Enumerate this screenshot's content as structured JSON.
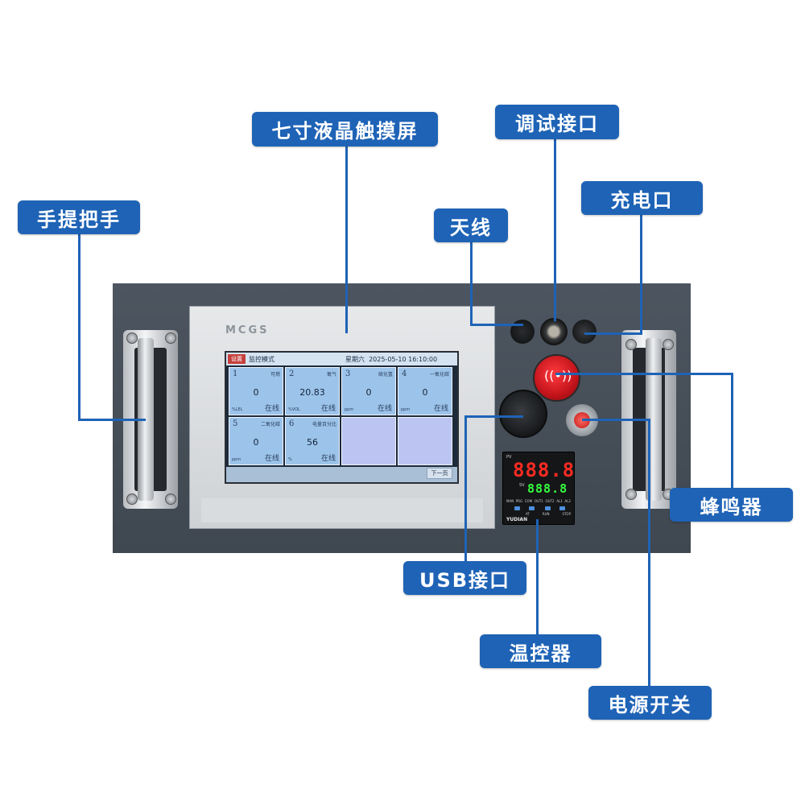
{
  "callouts": {
    "handle": "手提把手",
    "screen": "七寸液晶触摸屏",
    "debug_port": "调试接口",
    "charge_port": "充电口",
    "antenna": "天线",
    "buzzer": "蜂鸣器",
    "usb_port": "USB接口",
    "temp_controller": "温控器",
    "power_switch": "电源开关"
  },
  "hmi": {
    "brand": "MCGS",
    "screen": {
      "set_button": "设置",
      "mode": "监控模式",
      "weekday": "星期六",
      "datetime": "2025-05-10 16:10:00",
      "next_page": "下一页",
      "cells": [
        {
          "index": "1",
          "name": "可燃",
          "value": "0",
          "unit": "%LEL",
          "status": "在线"
        },
        {
          "index": "2",
          "name": "氧气",
          "value": "20.83",
          "unit": "%VOL",
          "status": "在线"
        },
        {
          "index": "3",
          "name": "硫化氢",
          "value": "0",
          "unit": "ppm",
          "status": "在线"
        },
        {
          "index": "4",
          "name": "一氧化碳",
          "value": "0",
          "unit": "ppm",
          "status": "在线"
        },
        {
          "index": "5",
          "name": "二氧化碳",
          "value": "0",
          "unit": "ppm",
          "status": "在线"
        },
        {
          "index": "6",
          "name": "电量百分比",
          "value": "56",
          "unit": "%",
          "status": "在线"
        }
      ]
    }
  },
  "temp_controller": {
    "pv_label": "PV",
    "sv_label": "SV",
    "pv_display": "888.8",
    "sv_display": "888.8",
    "buttons": [
      "MAN",
      "PRG",
      "COM",
      "OUT1",
      "OUT2",
      "AL1",
      "AL2"
    ],
    "keys": [
      "AT",
      "RUN",
      "STOP"
    ],
    "brand": "YUDIAN"
  },
  "colors": {
    "callout": "#1e63b6",
    "panel": "#464e57",
    "buzzer": "#c3141b",
    "pv_digits": "#ff2b23",
    "sv_digits": "#34ff3e"
  }
}
